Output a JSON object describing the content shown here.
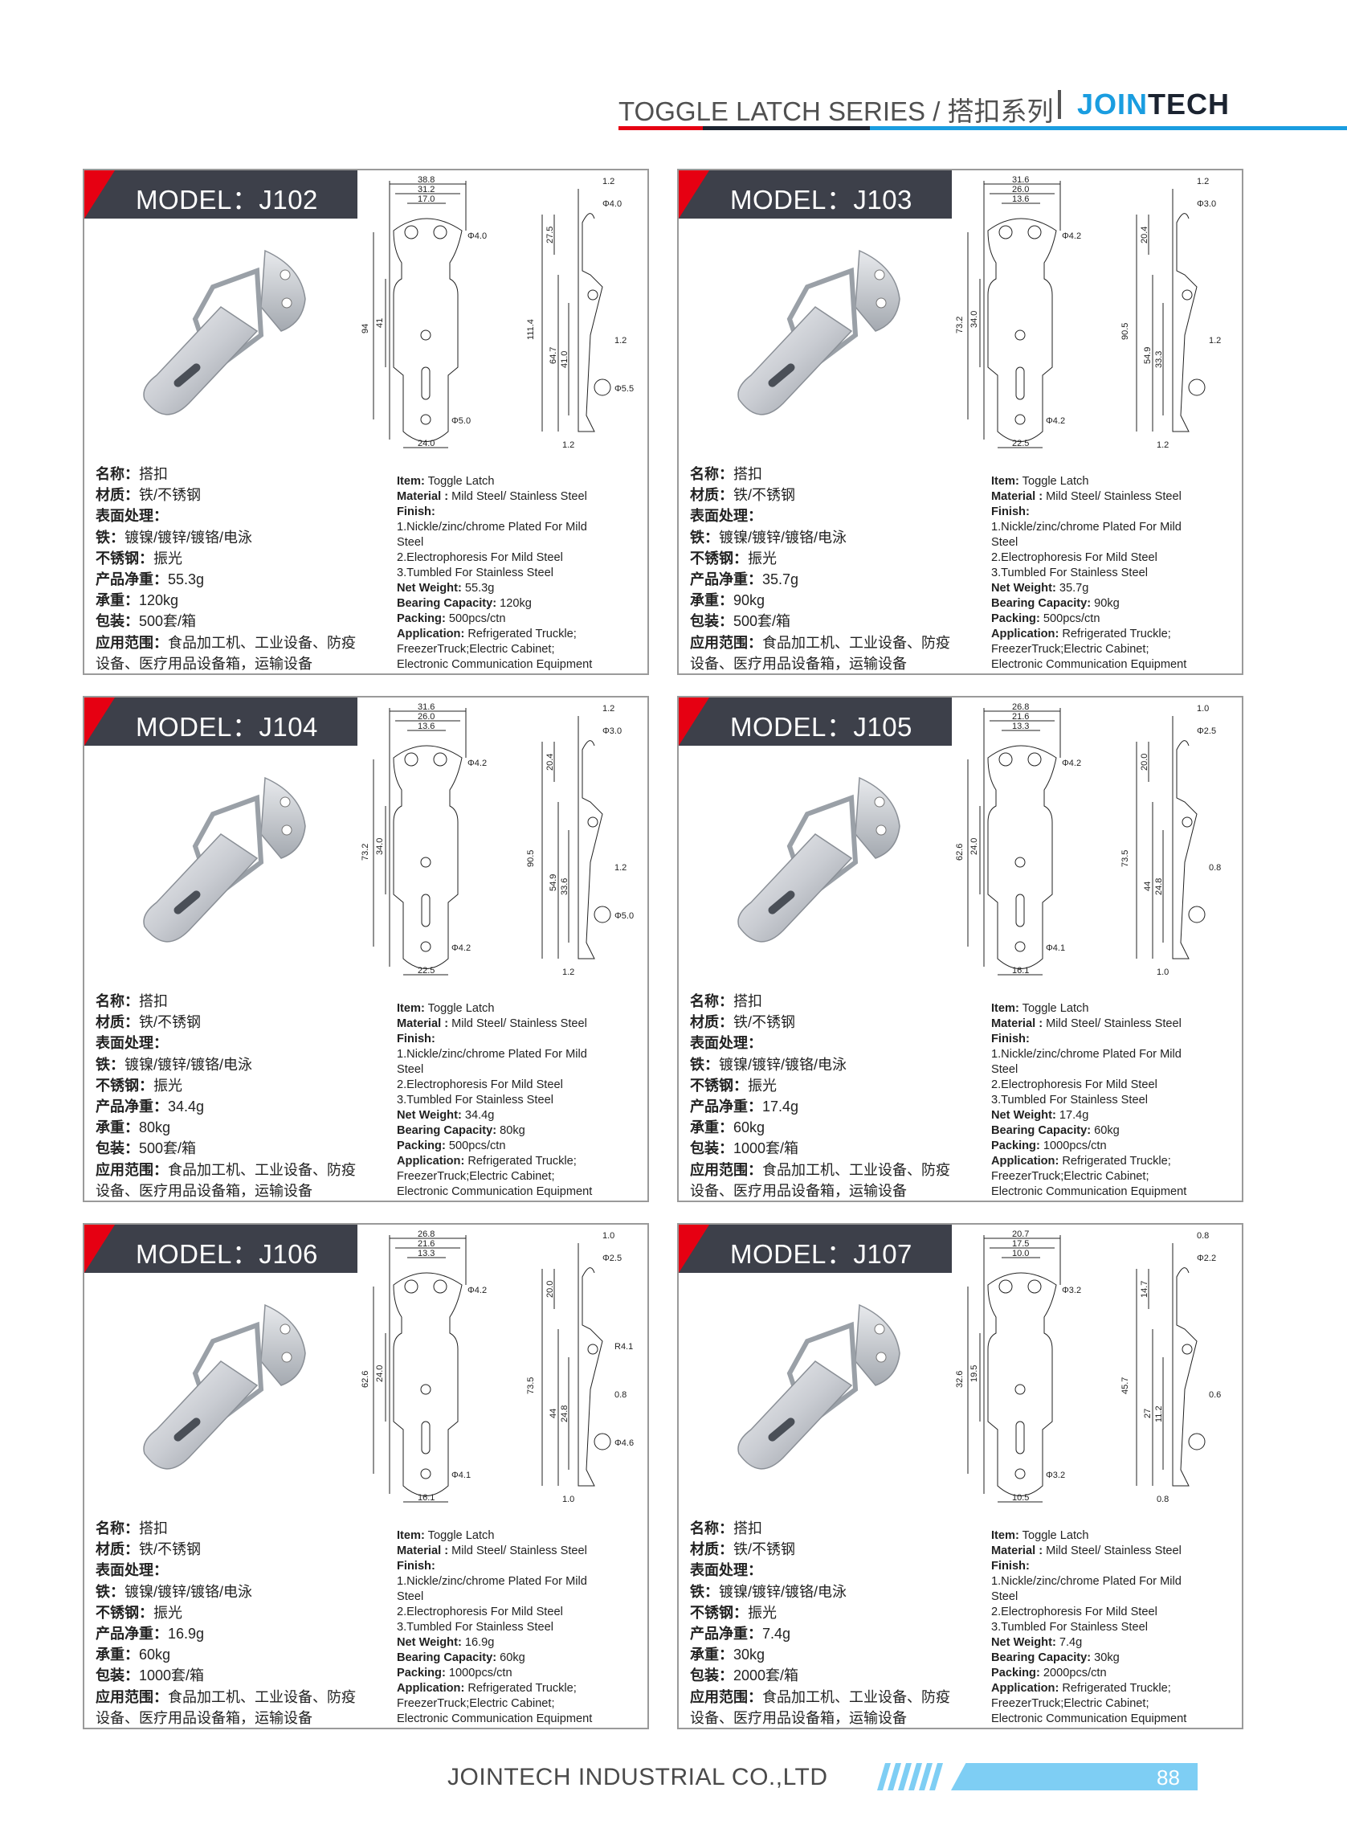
{
  "header": {
    "series_title": "TOGGLE LATCH SERIES / 搭扣系列",
    "brand_part1": "JOIN",
    "brand_part2": "TECH",
    "colors": {
      "red": "#e60012",
      "dark": "#1b2330",
      "blue": "#1a9de0"
    }
  },
  "labels": {
    "cn": {
      "name": "名称：",
      "material": "材质：",
      "finish": "表面处理：",
      "iron": "铁：",
      "stainless": "不锈钢：",
      "net_weight": "产品净重：",
      "capacity": "承重：",
      "packing": "包装：",
      "application": "应用范围："
    },
    "en": {
      "item": "Item:",
      "material": "Material :",
      "finish": "Finish:",
      "net_weight": "Net Weight:",
      "capacity": "Bearing Capacity:",
      "packing": "Packing:",
      "application": "Application:"
    }
  },
  "common": {
    "cn_name": "搭扣",
    "cn_material": "铁/不锈钢",
    "cn_iron": "镀镍/镀锌/镀铬/电泳",
    "cn_stainless": "振光",
    "cn_application_1": "食品加工机、工业设备、防疫",
    "cn_application_2": "设备、医疗用品设备箱，运输设备",
    "en_item": "Toggle Latch",
    "en_material": "Mild Steel/ Stainless Steel",
    "en_finish_1": "1.Nickle/zinc/chrome Plated For Mild",
    "en_finish_1b": "Steel",
    "en_finish_2": "2.Electrophoresis For Mild Steel",
    "en_finish_3": "3.Tumbled For Stainless Steel",
    "en_application_1": "Refrigerated Truckle;",
    "en_application_2": "FreezerTruck;Electric Cabinet;",
    "en_application_3": "Electronic Communication Equipment"
  },
  "models": [
    {
      "title": "MODEL：J102",
      "cn_net_weight": "55.3g",
      "cn_capacity": "120kg",
      "cn_packing": "500套/箱",
      "en_net_weight": "55.3g",
      "en_capacity": "120kg",
      "en_packing": "500pcs/ctn",
      "dims": {
        "w1": "38.8",
        "w2": "31.2",
        "w3": "17.0",
        "hole_top": "Φ4.0",
        "h_total": "94",
        "h_mid": "41",
        "hole_bottom": "Φ5.0",
        "w_bottom": "24.0",
        "side_thk_top": "1.2",
        "side_hook": "Φ4.0",
        "side_h1": "27.5",
        "side_total": "111.4",
        "side_h2": "64.7",
        "side_h3": "41.0",
        "side_thk_mid": "1.2",
        "side_hole": "Φ5.5",
        "side_thk_bottom": "1.2"
      }
    },
    {
      "title": "MODEL：J103",
      "cn_net_weight": "35.7g",
      "cn_capacity": "90kg",
      "cn_packing": "500套/箱",
      "en_net_weight": "35.7g",
      "en_capacity": "90kg",
      "en_packing": "500pcs/ctn",
      "dims": {
        "w1": "31.6",
        "w2": "26.0",
        "w3": "13.6",
        "hole_top": "Φ4.2",
        "h_total": "73.2",
        "h_mid": "34.0",
        "hole_bottom": "Φ4.2",
        "w_bottom": "22.5",
        "side_thk_top": "1.2",
        "side_hook": "Φ3.0",
        "side_h1": "20.4",
        "side_total": "90.5",
        "side_h2": "54.9",
        "side_h3": "33.3",
        "side_thk_mid": "1.2",
        "side_hole": "",
        "side_thk_bottom": "1.2"
      }
    },
    {
      "title": "MODEL：J104",
      "cn_net_weight": "34.4g",
      "cn_capacity": "80kg",
      "cn_packing": "500套/箱",
      "en_net_weight": "34.4g",
      "en_capacity": "80kg",
      "en_packing": "500pcs/ctn",
      "dims": {
        "w1": "31.6",
        "w2": "26.0",
        "w3": "13.6",
        "hole_top": "Φ4.2",
        "h_total": "73.2",
        "h_mid": "34.0",
        "hole_bottom": "Φ4.2",
        "w_bottom": "22.5",
        "side_thk_top": "1.2",
        "side_hook": "Φ3.0",
        "side_h1": "20.4",
        "side_total": "90.5",
        "side_h2": "54.9",
        "side_h3": "33.6",
        "side_thk_mid": "1.2",
        "side_hole": "Φ5.0",
        "side_thk_bottom": "1.2"
      }
    },
    {
      "title": "MODEL：J105",
      "cn_net_weight": "17.4g",
      "cn_capacity": "60kg",
      "cn_packing": "1000套/箱",
      "en_net_weight": "17.4g",
      "en_capacity": "60kg",
      "en_packing": "1000pcs/ctn",
      "dims": {
        "w1": "26.8",
        "w2": "21.6",
        "w3": "13.3",
        "hole_top": "Φ4.2",
        "h_total": "62.6",
        "h_mid": "24.0",
        "hole_bottom": "Φ4.1",
        "w_bottom": "16.1",
        "side_thk_top": "1.0",
        "side_hook": "Φ2.5",
        "side_h1": "20.0",
        "side_total": "73.5",
        "side_h2": "44",
        "side_h3": "24.8",
        "side_thk_mid": "0.8",
        "side_hole": "",
        "side_thk_bottom": "1.0"
      }
    },
    {
      "title": "MODEL：J106",
      "cn_net_weight": "16.9g",
      "cn_capacity": "60kg",
      "cn_packing": "1000套/箱",
      "en_net_weight": "16.9g",
      "en_capacity": "60kg",
      "en_packing": "1000pcs/ctn",
      "dims": {
        "w1": "26.8",
        "w2": "21.6",
        "w3": "13.3",
        "hole_top": "Φ4.2",
        "h_total": "62.6",
        "h_mid": "24.0",
        "hole_bottom": "Φ4.1",
        "w_bottom": "16.1",
        "side_thk_top": "1.0",
        "side_hook": "Φ2.5",
        "side_h1": "20.0",
        "side_total": "73.5",
        "side_h2": "44",
        "side_h3": "24.8",
        "side_thk_mid": "0.8",
        "side_hole": "Φ4.6",
        "side_radius": "R4.1",
        "side_thk_bottom": "1.0"
      }
    },
    {
      "title": "MODEL：J107",
      "cn_net_weight": "7.4g",
      "cn_capacity": "30kg",
      "cn_packing": "2000套/箱",
      "en_net_weight": "7.4g",
      "en_capacity": "30kg",
      "en_packing": "2000pcs/ctn",
      "dims": {
        "w1": "20.7",
        "w2": "17.5",
        "w3": "10.0",
        "hole_top": "Φ3.2",
        "h_total": "32.6",
        "h_mid": "19.5",
        "hole_bottom": "Φ3.2",
        "w_bottom": "10.5",
        "side_thk_top": "0.8",
        "side_hook": "Φ2.2",
        "side_h1": "14.7",
        "side_total": "45.7",
        "side_h2": "27",
        "side_h3": "11.2",
        "side_thk_mid": "0.6",
        "side_hole": "",
        "side_thk_bottom": "0.8"
      }
    }
  ],
  "footer": {
    "company": "JOINTECH INDUSTRIAL CO.,LTD",
    "page_number": "88",
    "bar_color": "#7ecef4"
  }
}
